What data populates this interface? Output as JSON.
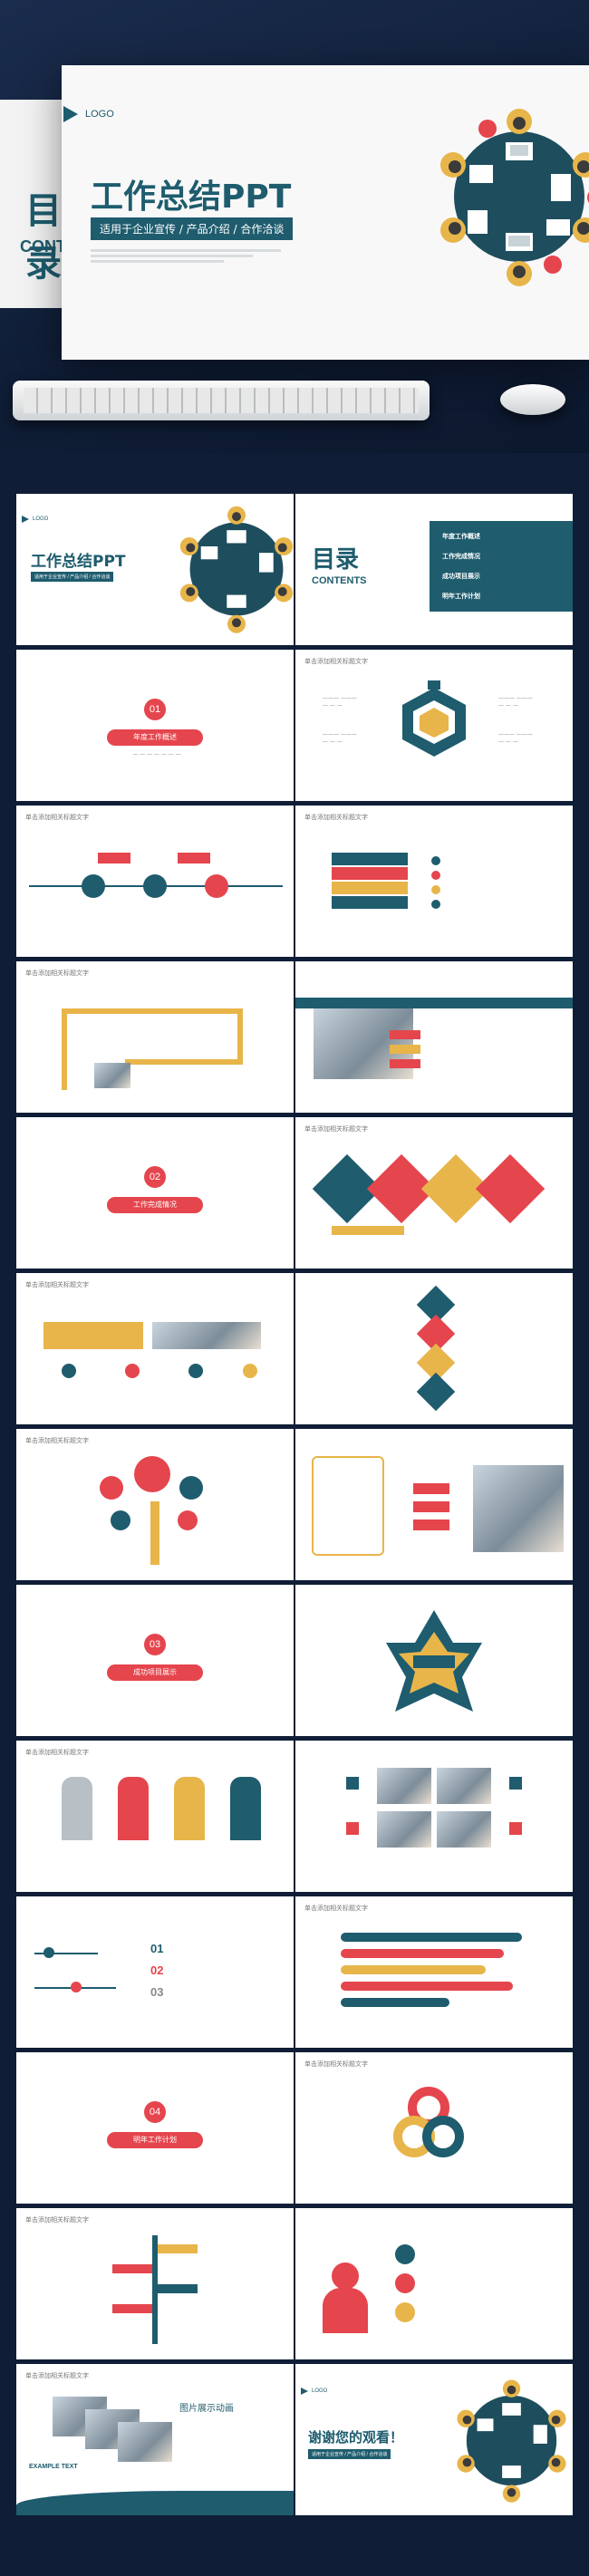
{
  "hero": {
    "logo_text": "LOGO",
    "title": "工作总结PPT",
    "subtitle": "适用于企业宣传 / 产品介绍 / 合作洽谈",
    "back_title": "目录",
    "back_sub": "CONTENTS"
  },
  "slides": {
    "cover": {
      "title": "工作总结PPT",
      "subtitle": "适用于企业宣传 / 产品介绍 / 合作洽谈",
      "logo": "LOGO"
    },
    "toc": {
      "title": "目录",
      "sub": "CONTENTS",
      "items": [
        "年度工作概述",
        "工作完成情况",
        "成功项目展示",
        "明年工作计划"
      ]
    },
    "section1": {
      "num": "01",
      "label": "年度工作概述"
    },
    "section2": {
      "num": "02",
      "label": "工作完成情况"
    },
    "section3": {
      "num": "03",
      "label": "成功项目展示"
    },
    "section4": {
      "num": "04",
      "label": "明年工作计划"
    },
    "header": "单击添加相关标题文字",
    "closing": {
      "title": "谢谢您的观看！",
      "sub": "适用于企业宣传 / 产品介绍 / 合作洽谈"
    },
    "photo_show": "图片展示动画",
    "example_text": "EXAMPLE TEXT"
  },
  "colors": {
    "teal": "#1e5c6e",
    "red": "#e5454d",
    "yellow": "#e8b54a",
    "navy": "#0f1d36"
  }
}
